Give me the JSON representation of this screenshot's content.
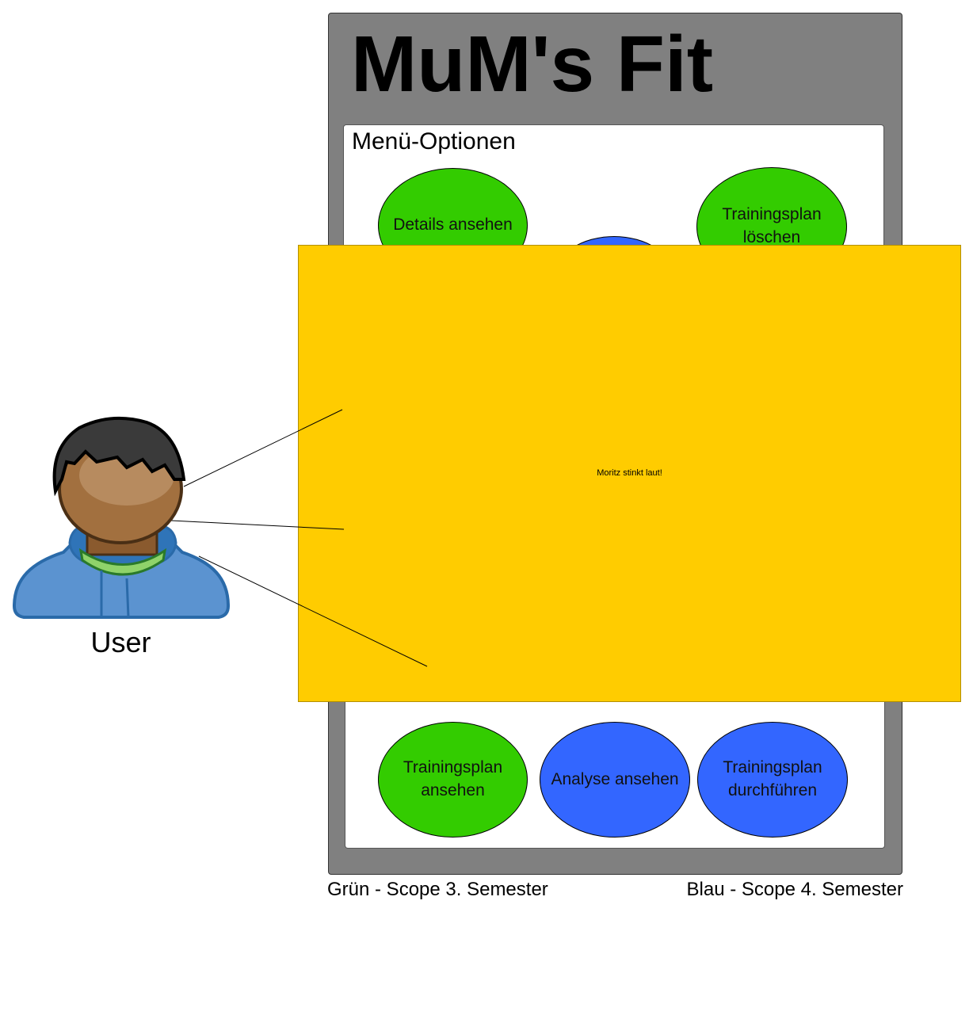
{
  "app": {
    "title": "MuM's Fit",
    "menu_heading": "Menü-Optionen"
  },
  "menu_options": {
    "details": "Details ansehen",
    "delete_plan": "Trainingsplan löschen",
    "view_plan": "Trainingsplan ansehen",
    "view_analysis": "Analyse ansehen",
    "run_plan": "Trainingsplan durchführen"
  },
  "sticky_note": {
    "text": "Moritz stinkt laut!"
  },
  "actor": {
    "label": "User"
  },
  "legend": {
    "green": "Grün - Scope 3. Semester",
    "blue": "Blau - Scope 4. Semester"
  },
  "colors": {
    "frame": "#808080",
    "scope_green": "#33cc00",
    "scope_blue": "#3366ff",
    "sticky_note": "#ffcc00"
  },
  "icons": {
    "actor": "user-avatar-icon"
  }
}
